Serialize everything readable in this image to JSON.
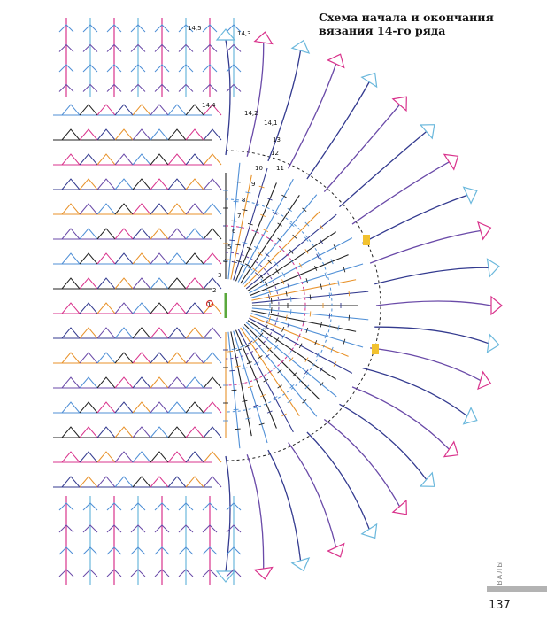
{
  "caption": {
    "line1": "Схема начала и окончания",
    "line2": "вязания 14-го ряда"
  },
  "row_labels": [
    "14,5",
    "14,3",
    "14,4",
    "14,2",
    "14,1",
    "13",
    "12",
    "11",
    "10",
    "9",
    "8",
    "7",
    "6",
    "5",
    "4",
    "3",
    "2",
    "1"
  ],
  "section_label": "ОВАЛЫ",
  "page_number": "137",
  "colors": {
    "pink": "#d9338c",
    "blue": "#4f8fd6",
    "light_blue": "#6bb8dc",
    "navy": "#333a8f",
    "purple": "#6a4aa8",
    "orange": "#e8922a",
    "black": "#222222",
    "green": "#5aa83c",
    "yellow": "#f2c230",
    "red": "#d83030"
  }
}
